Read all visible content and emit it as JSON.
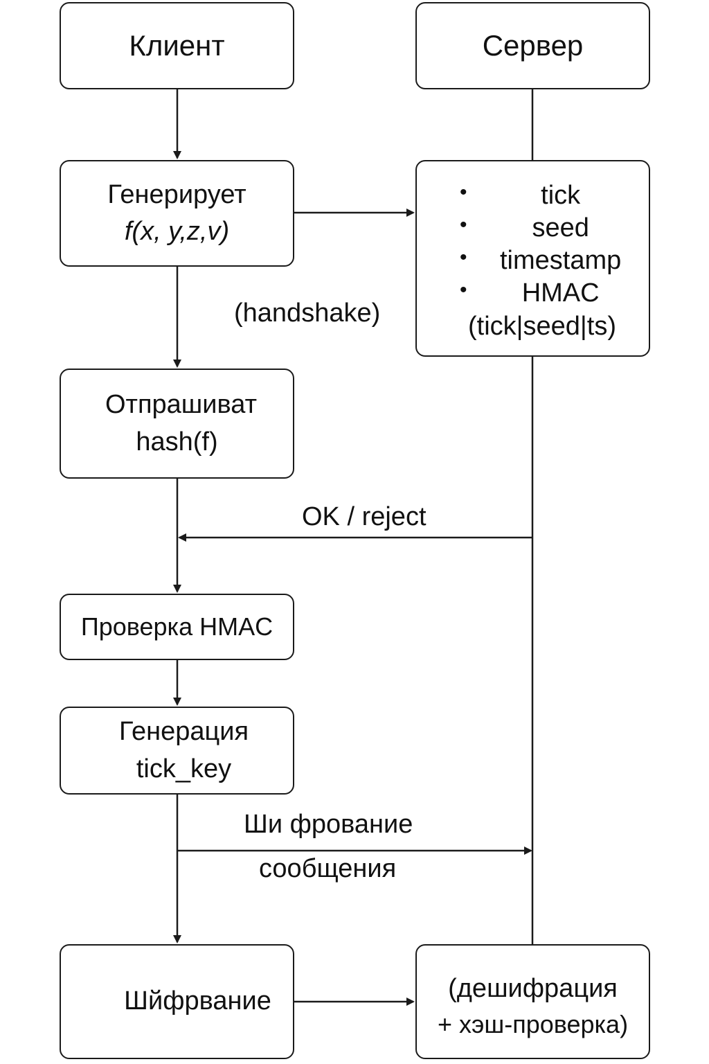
{
  "client": {
    "title": "Клиент"
  },
  "server": {
    "title": "Сервер"
  },
  "generate_f": {
    "line1": "Генерирует",
    "formula": "f(x, y,z,v)"
  },
  "server_payload": {
    "items": [
      "tick",
      "seed",
      "timestamp",
      "HMAC"
    ],
    "hmac_args": "(tick|seed|ts)"
  },
  "handshake_label": "(handshake)",
  "send_hash": {
    "line1": "Отпрашиват",
    "line2": "hash(f)"
  },
  "ok_reject_label": "OK / reject",
  "verify_hmac": {
    "label": "Проверка HMAC"
  },
  "gen_tick_key": {
    "line1": "Генерация",
    "line2": "tick_key"
  },
  "encrypt_message_label": {
    "line1": "Ши фрование",
    "line2": "сообщения"
  },
  "encrypt_box": {
    "label": "Шйфрвание"
  },
  "server_decrypt": {
    "line1": "(дешифрация",
    "line2": "+ хэш-проверка)"
  }
}
